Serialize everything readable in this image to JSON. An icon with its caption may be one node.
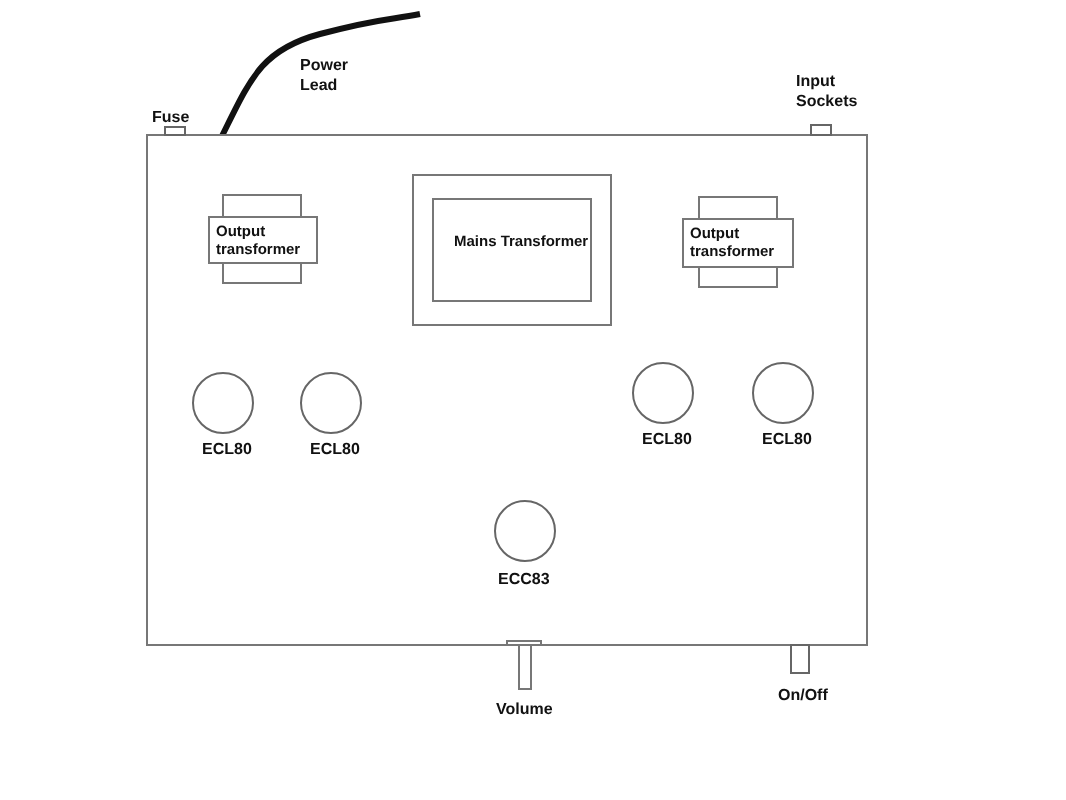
{
  "diagram": {
    "nodes": [
      {
        "text": [],
        "shape": "box"
      },
      {
        "text": [],
        "shape": "box",
        "beside": [
          "Fuse"
        ]
      },
      {
        "text": [],
        "shape": "box",
        "beside": [
          "Input Sockets"
        ]
      },
      {
        "text": [
          "Output transformer"
        ],
        "in": 0
      },
      {
        "text": [
          "Mains Transformer"
        ],
        "in": 0
      },
      {
        "text": [
          "Output transformer"
        ],
        "in": 0
      },
      {
        "text": [],
        "shape": "circle",
        "beside": [
          "ECL80"
        ],
        "in": 0
      },
      {
        "text": [],
        "shape": "circle",
        "beside": [
          "ECL80"
        ],
        "in": 0
      },
      {
        "text": [],
        "shape": "circle",
        "beside": [
          "ECL80"
        ],
        "in": 0
      },
      {
        "text": [],
        "shape": "circle",
        "beside": [
          "ECL80"
        ],
        "in": 0
      },
      {
        "text": [],
        "shape": "circle",
        "beside": [
          "ECC83"
        ],
        "in": 0
      },
      {
        "text": [],
        "shape": "knob",
        "beside": [
          "Volume"
        ]
      },
      {
        "text": [],
        "shape": "box",
        "beside": [
          "On/Off"
        ]
      }
    ],
    "labels": [
      "Power Lead"
    ]
  }
}
